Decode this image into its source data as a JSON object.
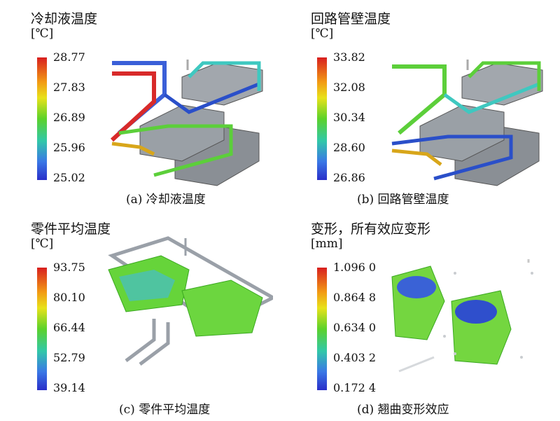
{
  "panels": [
    {
      "title": "冷却液温度",
      "unit": "[℃]",
      "ticks": [
        "28.77",
        "27.83",
        "26.89",
        "25.96",
        "25.02"
      ],
      "caption": "(a) 冷却液温度"
    },
    {
      "title": "回路管壁温度",
      "unit": "[℃]",
      "ticks": [
        "33.82",
        "32.08",
        "30.34",
        "28.60",
        "26.86"
      ],
      "caption": "(b) 回路管壁温度"
    },
    {
      "title": "零件平均温度",
      "unit": "[℃]",
      "ticks": [
        "93.75",
        "80.10",
        "66.44",
        "52.79",
        "39.14"
      ],
      "caption": "(c) 零件平均温度"
    },
    {
      "title": "变形，所有效应变形",
      "unit": "[mm]",
      "ticks": [
        "1.096 0",
        "0.864 8",
        "0.634 0",
        "0.403 2",
        "0.172 4"
      ],
      "caption": "(d) 翘曲变形效应"
    }
  ],
  "colors": {
    "high": "#d81f1f",
    "mid": "#5cd22a",
    "low": "#2a2fc9",
    "pipe": "#9aa0a8",
    "part": "#7a7f86"
  }
}
